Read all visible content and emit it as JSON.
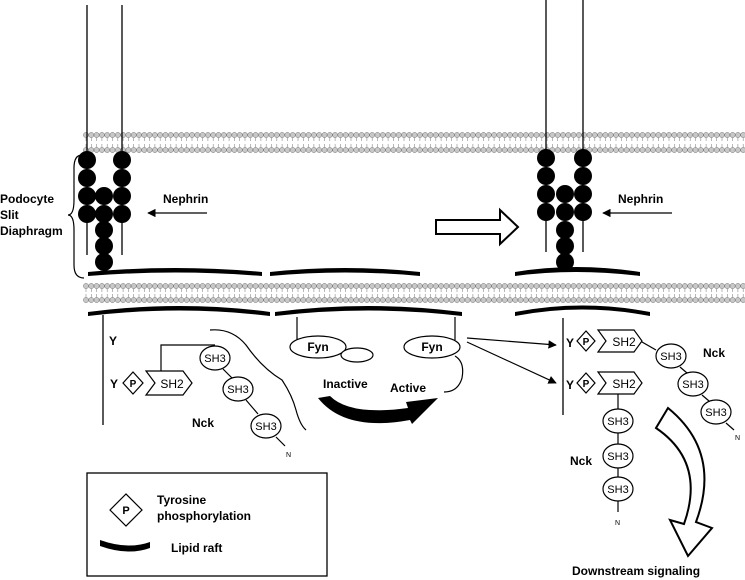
{
  "labels": {
    "podocyte_line1": "Podocyte",
    "podocyte_line2": "Slit",
    "podocyte_line3": "Diaphragm",
    "nephrin_left": "Nephrin",
    "nephrin_right": "Nephrin",
    "y_left_top": "Y",
    "y_left_bottom": "Y",
    "p_left": "P",
    "sh2_left": "SH2",
    "sh3_left_1": "SH3",
    "sh3_left_2": "SH3",
    "sh3_left_3": "SH3",
    "n_left": "N",
    "nck_left": "Nck",
    "fyn_inactive": "Fyn",
    "fyn_active": "Fyn",
    "inactive": "Inactive",
    "active": "Active",
    "y_right_1": "Y",
    "p_right_1": "P",
    "sh2_right_1": "SH2",
    "sh3_right_1a": "SH3",
    "sh3_right_1b": "SH3",
    "sh3_right_1c": "SH3",
    "nck_right_1": "Nck",
    "n_right_1": "N",
    "y_right_2": "Y",
    "p_right_2": "P",
    "sh2_right_2": "SH2",
    "sh3_right_2a": "SH3",
    "sh3_right_2b": "SH3",
    "sh3_right_2c": "SH3",
    "nck_right_2": "Nck",
    "n_right_2": "N",
    "downstream": "Downstream signaling"
  },
  "legend": {
    "p_symbol": "P",
    "tyrosine_line1": "Tyrosine",
    "tyrosine_line2": "phosphorylation",
    "lipid_raft": "Lipid raft"
  },
  "colors": {
    "ink": "#000000",
    "membrane_head": "#c8c8c8"
  }
}
